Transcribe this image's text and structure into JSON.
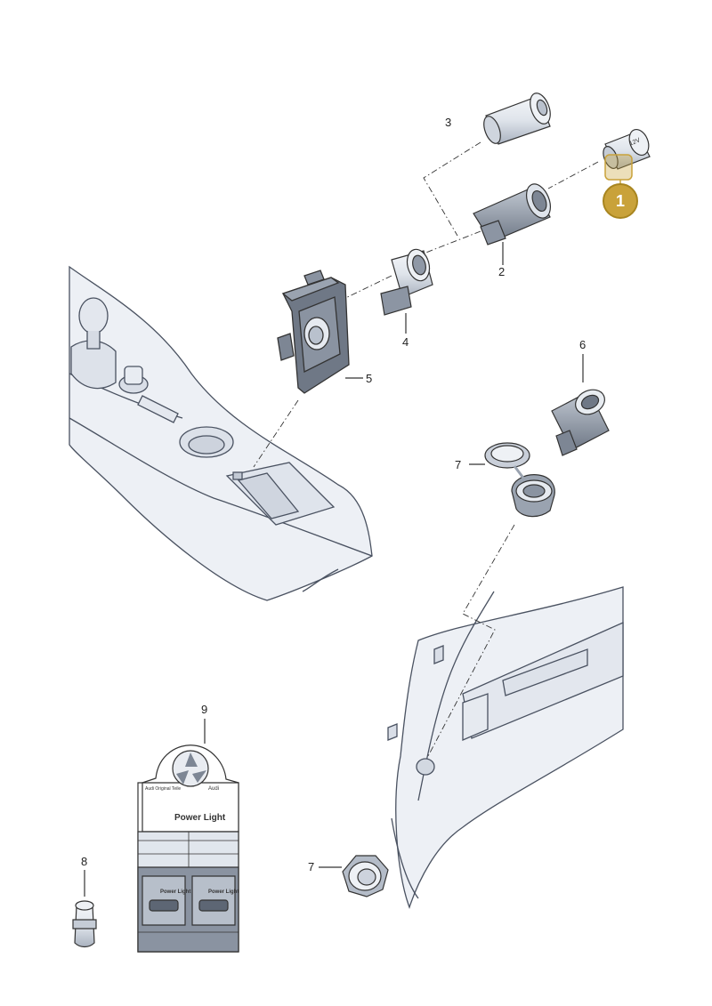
{
  "highlight_badge": "1",
  "callouts": {
    "c1": "2",
    "c2": "3",
    "c3": "4",
    "c4": "5",
    "c5": "6",
    "c6": "7",
    "c7": "7",
    "c8": "8",
    "c9": "9"
  },
  "package": {
    "title": "Power Light",
    "small_title": "Power Light",
    "brand_line": "Audi Original Teile",
    "brand_mark": "Audi"
  },
  "socket_label": "12V",
  "colors": {
    "highlight": "#c9a23a",
    "line": "#333333",
    "part_fill": "#e6ebf2",
    "part_shade": "#c9d1dc",
    "interior_fill": "#edf0f5"
  }
}
